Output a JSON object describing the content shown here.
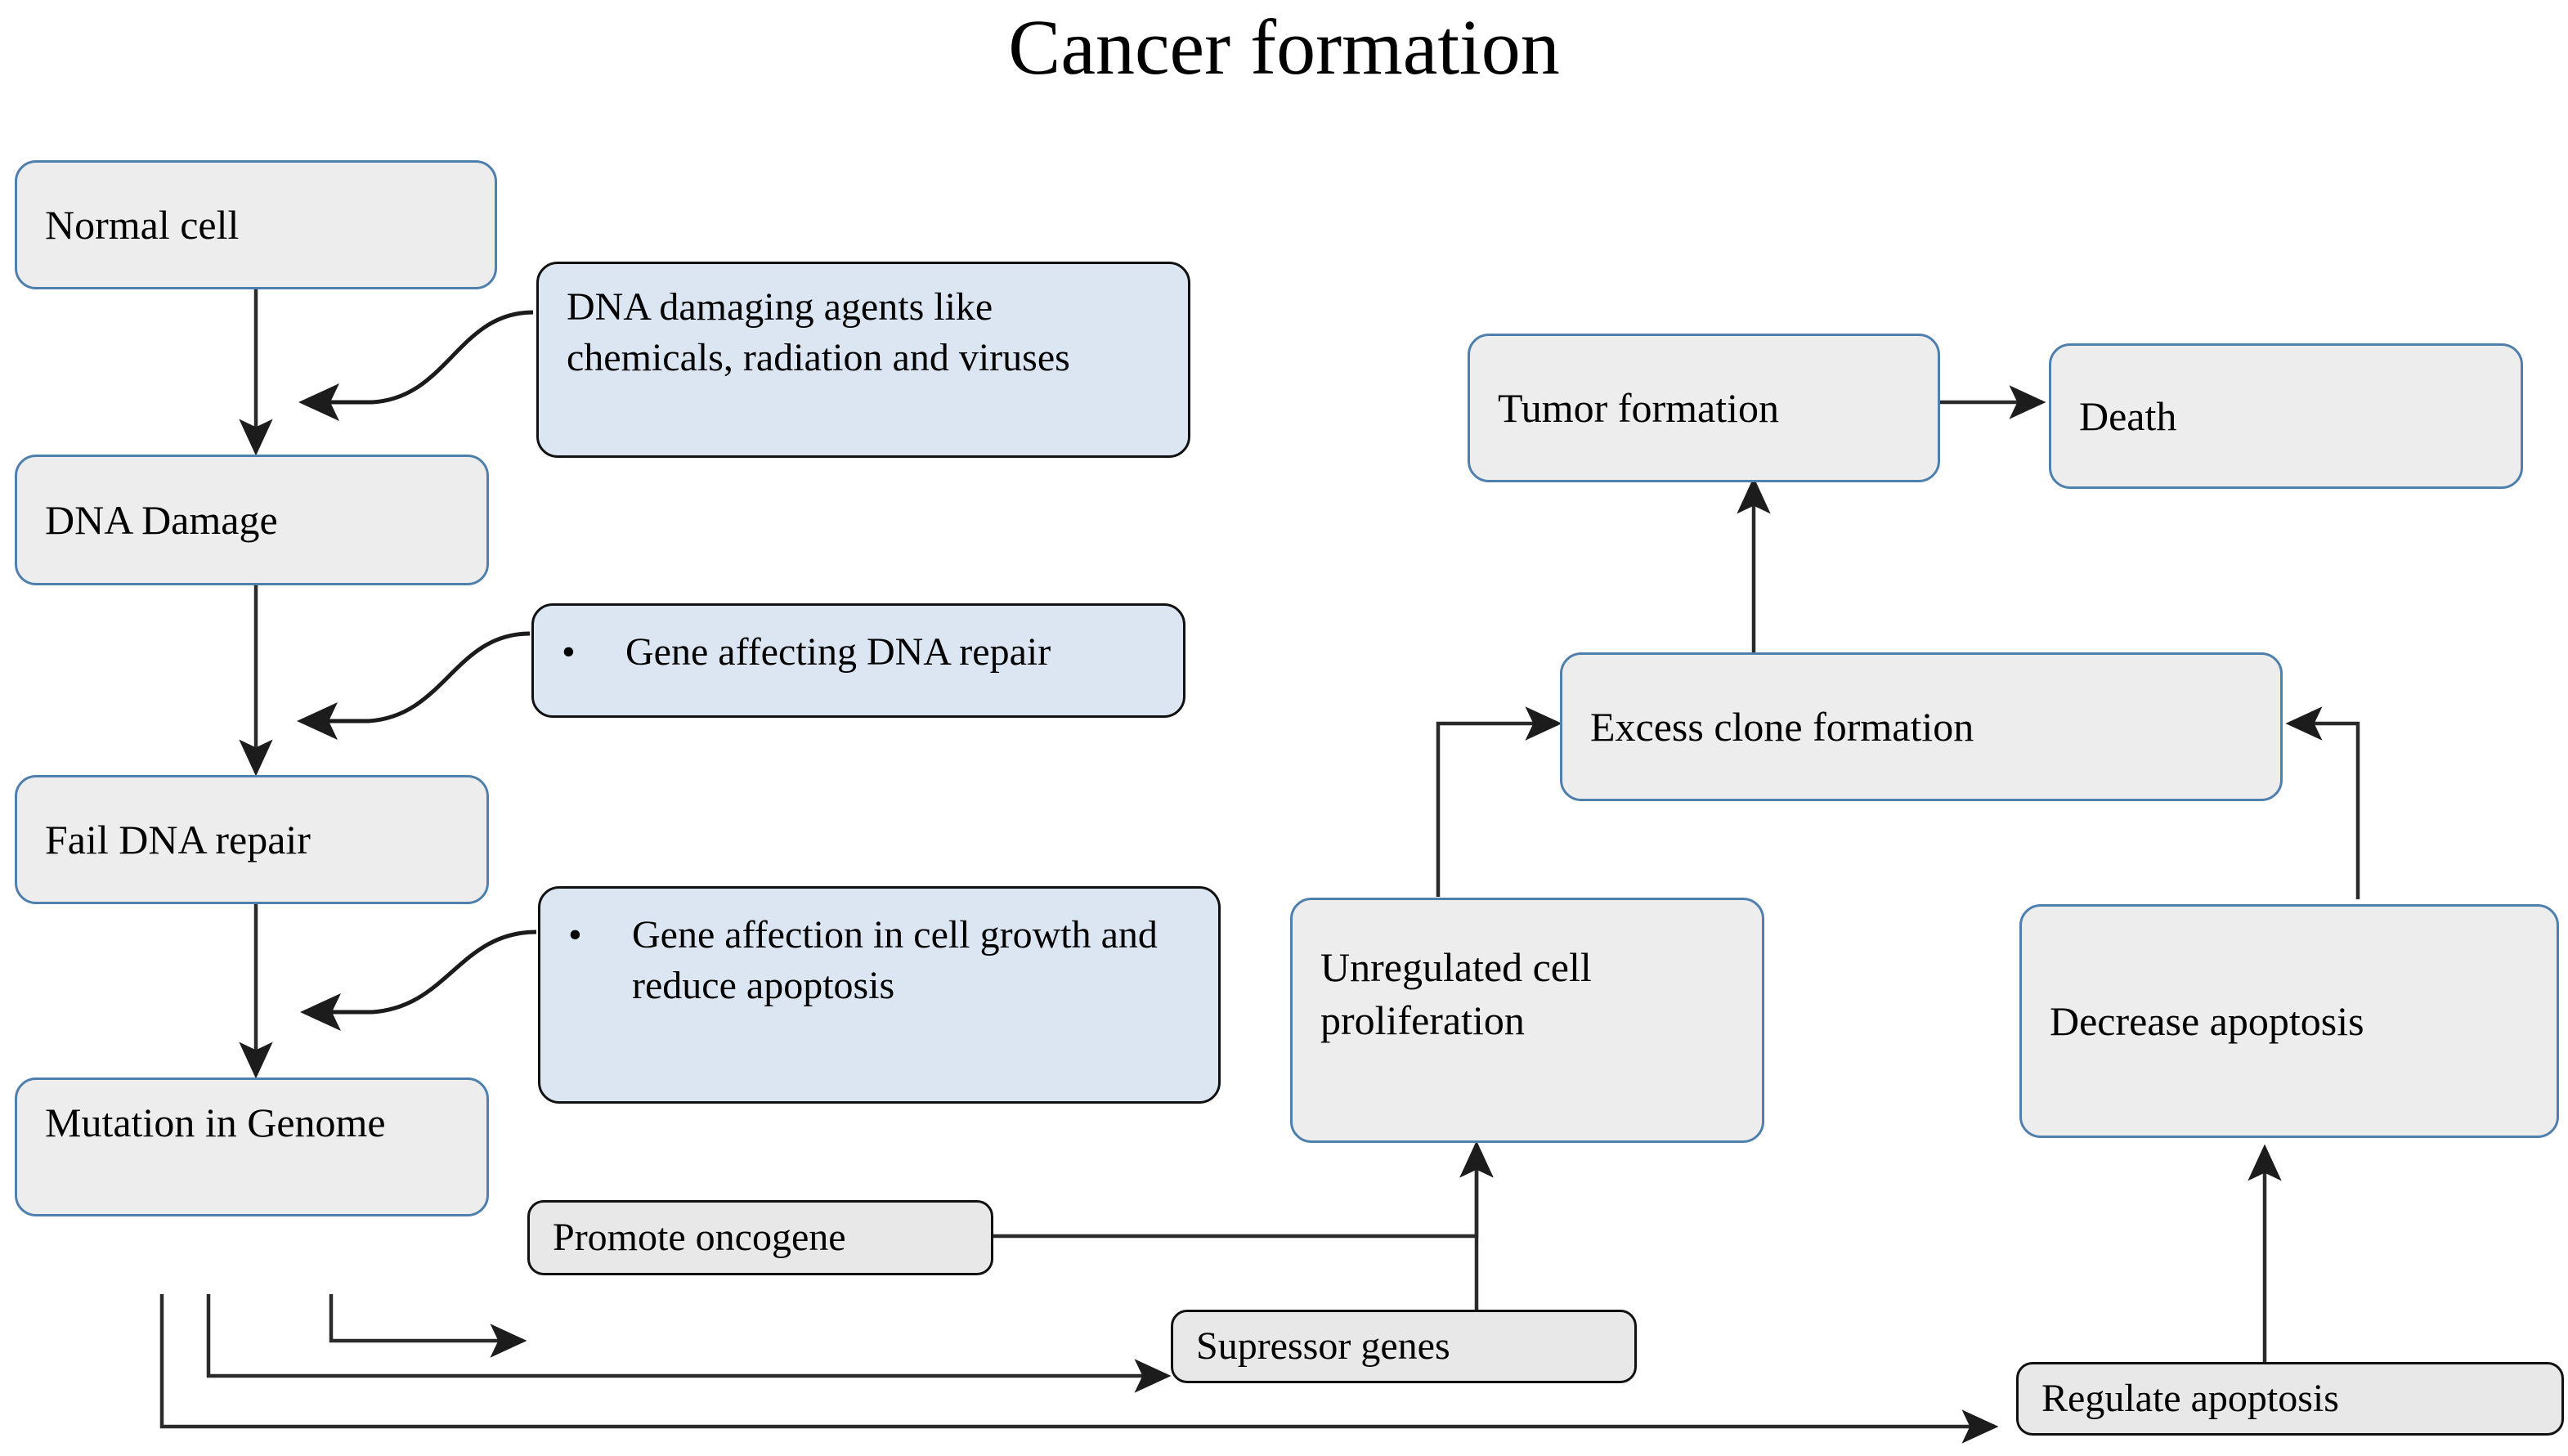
{
  "title": "Cancer formation",
  "diagram": {
    "type": "flowchart",
    "nodes": [
      {
        "id": "normal-cell",
        "label": "Normal cell",
        "style": "grey-blue"
      },
      {
        "id": "dna-damaging-agents",
        "label": "DNA damaging agents like chemicals, radiation and viruses",
        "style": "blue-dark"
      },
      {
        "id": "dna-damage",
        "label": "DNA Damage",
        "style": "grey-blue"
      },
      {
        "id": "gene-affecting-repair",
        "label": "Gene affecting DNA repair",
        "style": "blue-dark",
        "bullet": "•"
      },
      {
        "id": "fail-dna-repair",
        "label": "Fail DNA repair",
        "style": "grey-blue"
      },
      {
        "id": "gene-affection-growth",
        "label": "Gene affection in cell growth and reduce apoptosis",
        "style": "blue-dark",
        "bullet": "•"
      },
      {
        "id": "mutation-in-genome",
        "label": "Mutation in Genome",
        "style": "grey-blue"
      },
      {
        "id": "promote-oncogene",
        "label": "Promote oncogene",
        "style": "grey-dark"
      },
      {
        "id": "supressor-genes",
        "label": "Supressor genes",
        "style": "grey-dark"
      },
      {
        "id": "regulate-apoptosis",
        "label": "Regulate apoptosis",
        "style": "grey-dark"
      },
      {
        "id": "unregulated-proliferation",
        "label": "Unregulated cell proliferation",
        "style": "grey-blue"
      },
      {
        "id": "decrease-apoptosis",
        "label": "Decrease apoptosis",
        "style": "grey-blue"
      },
      {
        "id": "excess-clone",
        "label": "Excess clone formation",
        "style": "grey-blue"
      },
      {
        "id": "tumor-formation",
        "label": "Tumor formation",
        "style": "grey-blue"
      },
      {
        "id": "death",
        "label": "Death",
        "style": "grey-blue"
      }
    ],
    "edges": [
      {
        "from": "normal-cell",
        "to": "dna-damage",
        "kind": "straight-down"
      },
      {
        "from": "dna-damaging-agents",
        "to": "dna-damage",
        "kind": "curved"
      },
      {
        "from": "dna-damage",
        "to": "fail-dna-repair",
        "kind": "straight-down"
      },
      {
        "from": "gene-affecting-repair",
        "to": "fail-dna-repair",
        "kind": "curved"
      },
      {
        "from": "fail-dna-repair",
        "to": "mutation-in-genome",
        "kind": "straight-down"
      },
      {
        "from": "gene-affection-growth",
        "to": "mutation-in-genome",
        "kind": "curved"
      },
      {
        "from": "mutation-in-genome",
        "to": "promote-oncogene",
        "kind": "elbow"
      },
      {
        "from": "mutation-in-genome",
        "to": "supressor-genes",
        "kind": "elbow"
      },
      {
        "from": "mutation-in-genome",
        "to": "regulate-apoptosis",
        "kind": "elbow"
      },
      {
        "from": "promote-oncogene",
        "to": "unregulated-proliferation",
        "kind": "elbow"
      },
      {
        "from": "supressor-genes",
        "to": "unregulated-proliferation",
        "kind": "elbow"
      },
      {
        "from": "regulate-apoptosis",
        "to": "decrease-apoptosis",
        "kind": "straight-up"
      },
      {
        "from": "unregulated-proliferation",
        "to": "excess-clone",
        "kind": "elbow"
      },
      {
        "from": "decrease-apoptosis",
        "to": "excess-clone",
        "kind": "elbow"
      },
      {
        "from": "excess-clone",
        "to": "tumor-formation",
        "kind": "straight-up"
      },
      {
        "from": "tumor-formation",
        "to": "death",
        "kind": "straight-right"
      }
    ],
    "colors": {
      "grey_fill": "#EDEDED",
      "blue_fill": "#DCE6F2",
      "blue_stroke": "#4F7FAD",
      "dark_stroke": "#111111",
      "arrow": "#222222",
      "text": "#000000",
      "background": "#FFFFFF"
    }
  }
}
